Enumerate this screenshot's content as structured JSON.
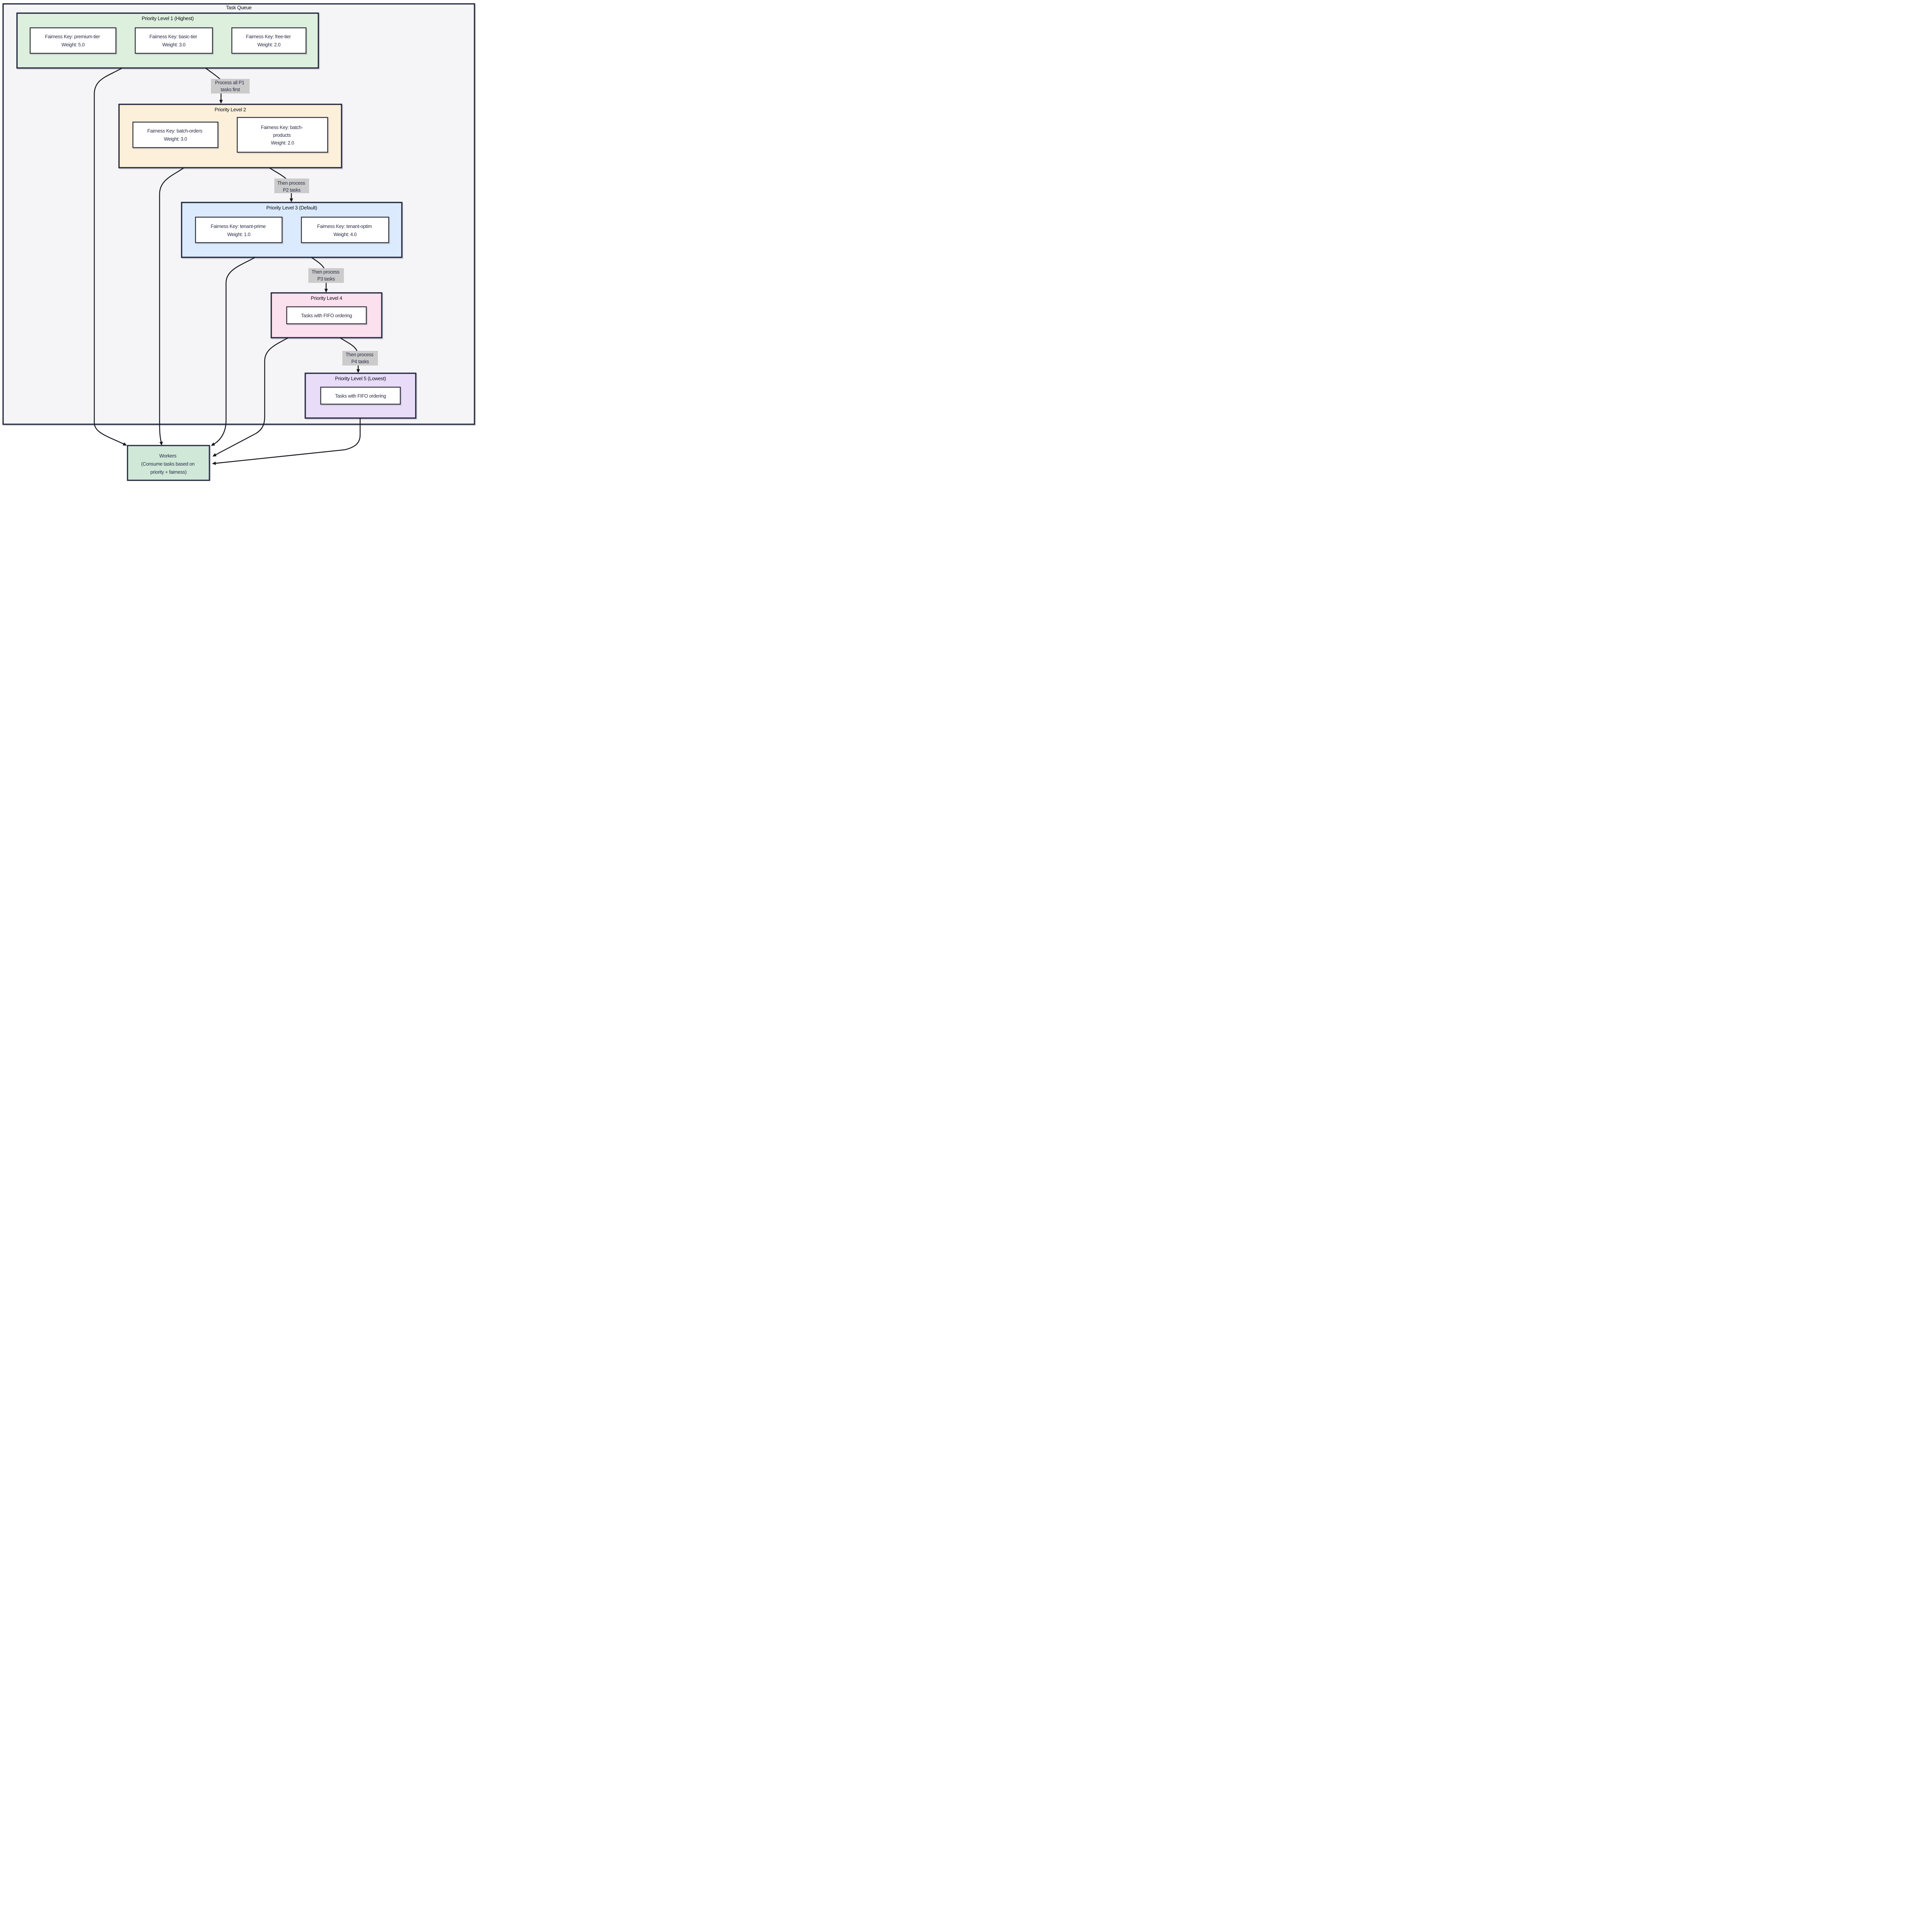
{
  "diagram": {
    "title": "Task Queue",
    "clusters": [
      {
        "label": "Priority Level 1 (Highest)"
      },
      {
        "label": "Priority Level 2"
      },
      {
        "label": "Priority Level 3 (Default)"
      },
      {
        "label": "Priority Level 4"
      },
      {
        "label": "Priority Level 5 (Lowest)"
      }
    ],
    "nodes": [
      {
        "id": "premium-tier",
        "lines": [
          "Fairness Key: premium-tier",
          "Weight: 5.0"
        ]
      },
      {
        "id": "basic-tier",
        "lines": [
          "Fairness Key: basic-tier",
          "Weight: 3.0"
        ]
      },
      {
        "id": "free-tier",
        "lines": [
          "Fairness Key: free-tier",
          "Weight: 2.0"
        ]
      },
      {
        "id": "batch-orders",
        "lines": [
          "Fairness Key: batch-orders",
          "Weight: 3.0"
        ]
      },
      {
        "id": "batch-products",
        "lines": [
          "Fairness Key: batch-",
          "products",
          "Weight: 2.0"
        ]
      },
      {
        "id": "tenant-prime",
        "lines": [
          "Fairness Key: tenant-prime",
          "Weight: 1.0"
        ]
      },
      {
        "id": "tenant-optim",
        "lines": [
          "Fairness Key: tenant-optim",
          "Weight: 4.0"
        ]
      },
      {
        "id": "fifo-p4",
        "lines": [
          "Tasks with FIFO ordering"
        ]
      },
      {
        "id": "fifo-p5",
        "lines": [
          "Tasks with FIFO ordering"
        ]
      },
      {
        "id": "workers",
        "lines": [
          "Workers",
          "(Consume tasks based on",
          "priority + fairness)"
        ]
      }
    ],
    "edge_labels": [
      [
        "Process all P1",
        "tasks first"
      ],
      [
        "Then process",
        "P2 tasks"
      ],
      [
        "Then process",
        "P3 tasks"
      ],
      [
        "Then process",
        "P4 tasks"
      ]
    ],
    "colors": {
      "page_bg": "#ffffff",
      "container_fill": "#f5f5f8",
      "container_stroke": "#23263a",
      "p1_fill": "#ddf0dd",
      "p2_fill": "#fcf0da",
      "p3_fill": "#dbeafc",
      "p4_fill": "#fbe0ee",
      "p5_fill": "#e8dcf8",
      "workers_fill": "#d0e8d8",
      "node_fill": "#ffffff",
      "node_stroke": "#33333b",
      "edge_stroke": "#16161f",
      "label_bg": "#cbcbcb",
      "header_text": "#10101c",
      "node_text": "#2c2c47"
    }
  }
}
